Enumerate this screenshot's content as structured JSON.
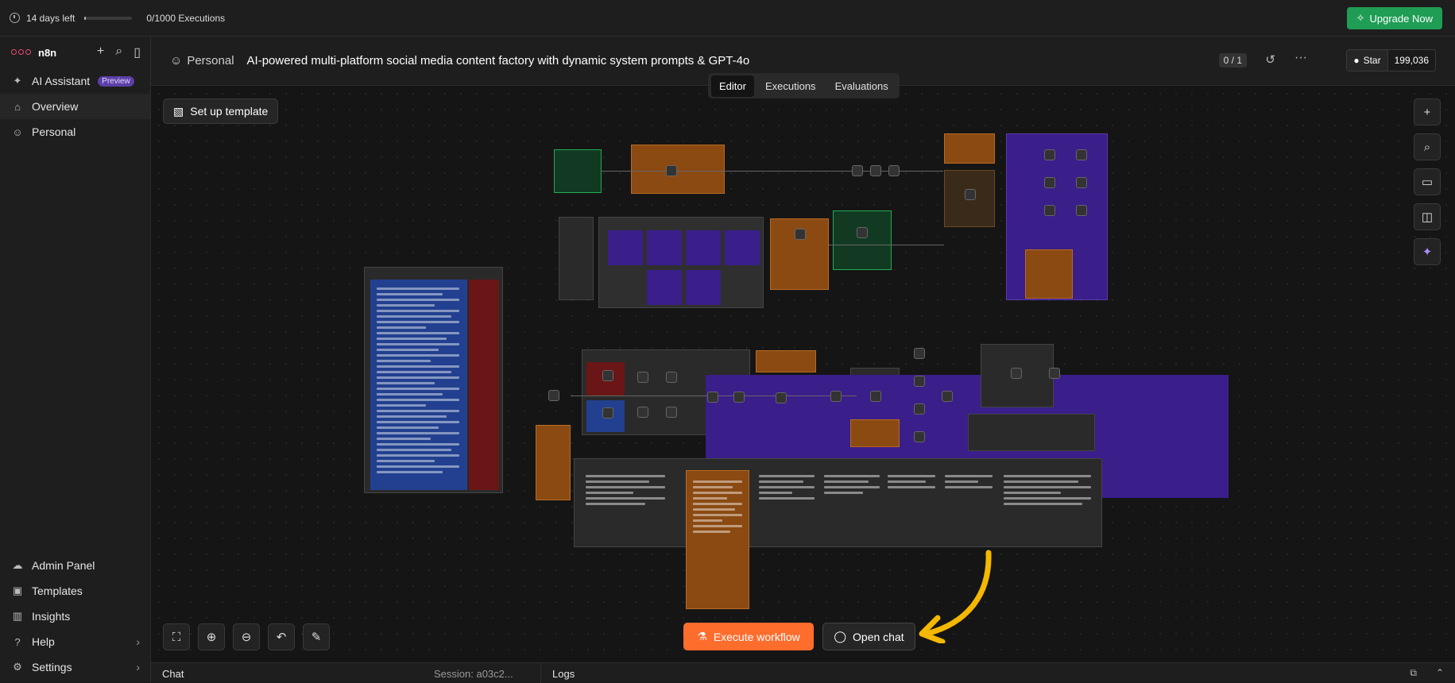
{
  "topbar": {
    "trial_label": "14 days left",
    "trial_progress": 0.02,
    "executions_label": "0/1000 Executions",
    "upgrade_label": "Upgrade Now",
    "upgrade_color": "#1f9d55"
  },
  "sidebar": {
    "brand": "n8n",
    "brand_color": "#ea4b71",
    "top_items": [
      {
        "label": "AI Assistant",
        "badge": "Preview",
        "icon": "sparkle-icon"
      },
      {
        "label": "Overview",
        "icon": "home-icon"
      },
      {
        "label": "Personal",
        "icon": "user-icon"
      }
    ],
    "bottom_items": [
      {
        "label": "Admin Panel",
        "icon": "cloud-icon"
      },
      {
        "label": "Templates",
        "icon": "box-icon"
      },
      {
        "label": "Insights",
        "icon": "chart-icon"
      },
      {
        "label": "Help",
        "icon": "help-icon"
      },
      {
        "label": "Settings",
        "icon": "gear-icon"
      }
    ]
  },
  "header": {
    "project": "Personal",
    "workflow_title": "AI-powered multi-platform social media content factory with dynamic system prompts & GPT-4o",
    "counter": "0 / 1",
    "github_star": "Star",
    "github_count": "199,036"
  },
  "tabs": [
    "Editor",
    "Executions",
    "Evaluations"
  ],
  "active_tab": "Editor",
  "canvas": {
    "setup_template_label": "Set up template",
    "execute_label": "Execute workflow",
    "execute_color": "#ff6d2d",
    "open_chat_label": "Open chat"
  },
  "footer": {
    "chat_label": "Chat",
    "session_label": "Session: a03c2...",
    "logs_label": "Logs"
  }
}
